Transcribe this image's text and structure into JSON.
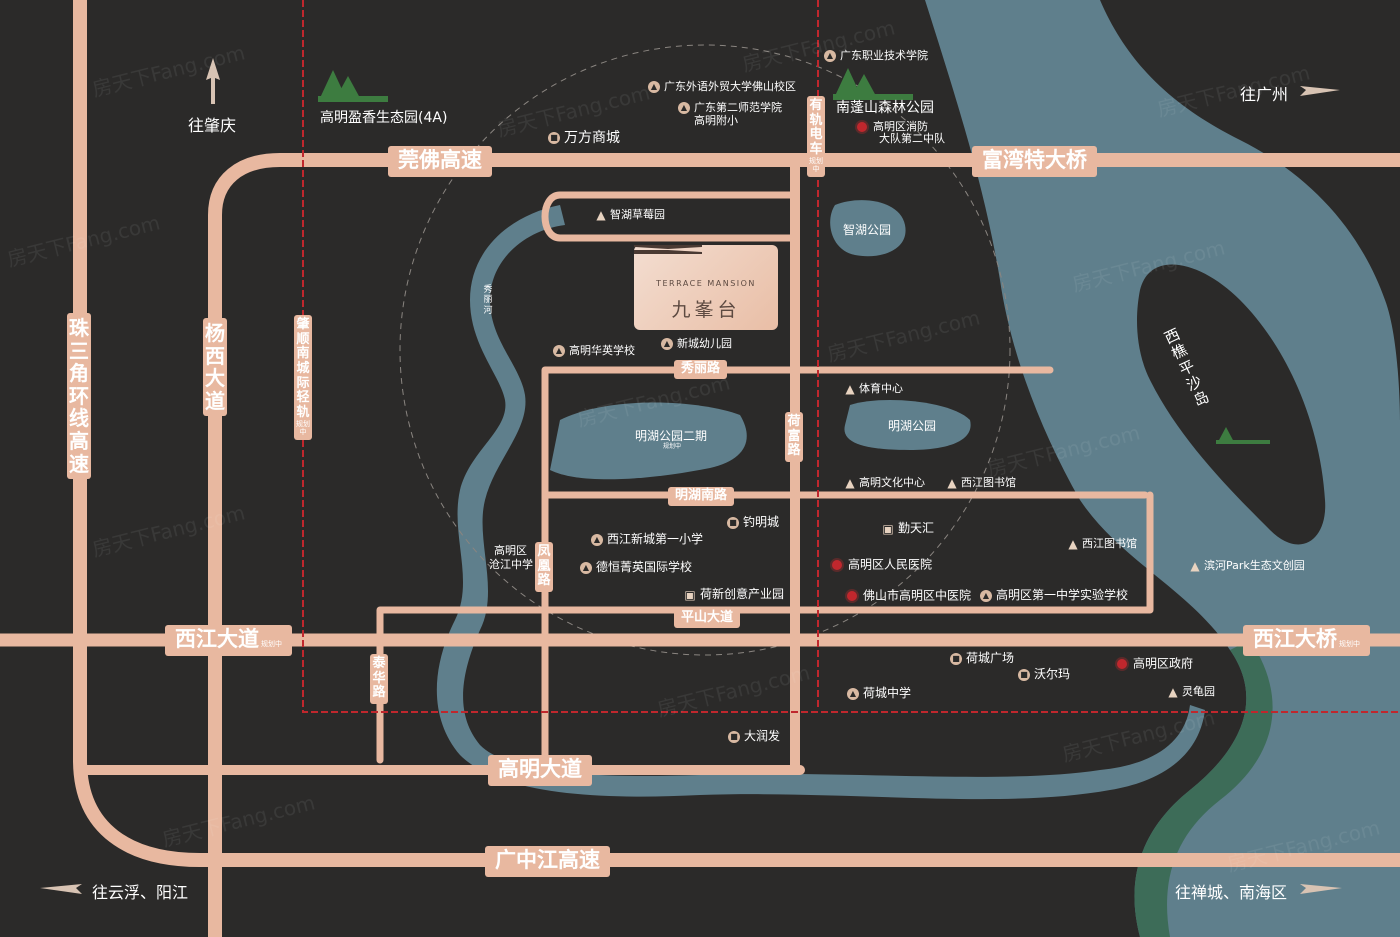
{
  "colors": {
    "background": "#2b2a29",
    "road": "#e8b8a0",
    "river": "#5f7f8c",
    "rail": "#c0272d",
    "green": "#3d6c58"
  },
  "project": {
    "en": "TERRACE MANSION",
    "zh": "九峯台"
  },
  "directions": {
    "zhaoqing": "往肇庆",
    "guangzhou": "往广州",
    "yunfu": "往云浮、阳江",
    "chancheng": "往禅城、南海区"
  },
  "roads": {
    "guanfo": "莞佛高速",
    "fuwan": "富湾特大桥",
    "xijiang_avenue": "西江大道",
    "xijiang_bridge": "西江大桥",
    "gaoming_avenue": "高明大道",
    "guangzhongjiang": "广中江高速",
    "xiuli": "秀丽路",
    "minghu_south": "明湖南路",
    "pingshan": "平山大道",
    "pearl_ring": "珠三角环线高速",
    "yangxi": "杨西大道",
    "zhaoshun": "肇顺南城际轻轨",
    "hefu": "荷富路",
    "fenghuang": "凤凰路",
    "taihua": "泰华路",
    "tram": "有轨电车",
    "planning": "规划中",
    "river_label": "秀丽河"
  },
  "places": {
    "yingxiang": "高明盈香生态园(4A)",
    "wanfang": "万方商城",
    "gwai_foshan": "广东外语外贸大学佛山校区",
    "gd_normal": "广东第二师范学院",
    "gm_fuxiao": "高明附小",
    "gd_vocational": "广东职业技术学院",
    "nanpeng": "南蓬山森林公园",
    "fire_station": "高明区消防",
    "fire_station_2": "大队第二中队",
    "strawberry": "智湖草莓园",
    "zhihu_park": "智湖公园",
    "huaying": "高明华英学校",
    "xincheng_kg": "新城幼儿园",
    "sports": "体育中心",
    "minghu_park": "明湖公园",
    "minghu_park2": "明湖公园二期",
    "culture": "高明文化中心",
    "library1": "西江图书馆",
    "diaoming": "钓明城",
    "qintianhui": "勤天汇",
    "library2": "西江图书馆",
    "binhe": "滨河Park生态文创园",
    "xicheng_primary": "西江新城第一小学",
    "cangjiang_1": "高明区",
    "cangjiang_2": "沧江中学",
    "deheng": "德恒菁英国际学校",
    "people_hospital": "高明区人民医院",
    "hexin": "荷新创意产业园",
    "tcm_hospital": "佛山市高明区中医院",
    "no1_middle": "高明区第一中学实验学校",
    "hecheng_plaza": "荷城广场",
    "walmart": "沃尔玛",
    "gov": "高明区政府",
    "linggui": "灵龟园",
    "hecheng_middle": "荷城中学",
    "darunfa": "大润发",
    "island": "西樵平沙岛"
  },
  "watermark": "房天下Fang.com"
}
